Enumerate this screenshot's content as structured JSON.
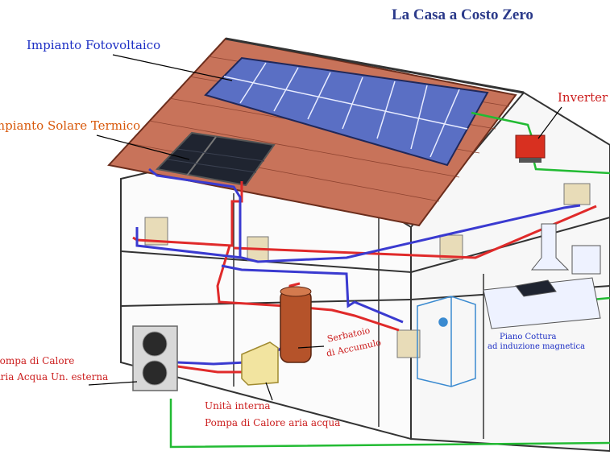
{
  "title": "La Casa a Costo Zero",
  "labels": {
    "photovoltaic": "Impianto Fotovoltaico",
    "solar_thermal": "Impianto Solare Termico",
    "inverter": "Inverter",
    "heat_pump_line1": "Pompa di Calore",
    "heat_pump_line2": "Aria Acqua Un. esterna",
    "tank_line1": "Serbatoio",
    "tank_line2": "di Accumulo",
    "indoor_unit_line1": "Unità interna",
    "indoor_unit_line2": "Pompa di Calore aria acqua",
    "cooktop_line1": "Piano Cottura",
    "cooktop_line2": "ad induzione magnetica"
  },
  "colors": {
    "title": "#2b3a8a",
    "label_blue": "#1c2ec4",
    "label_orange": "#d8580a",
    "label_red": "#cc2020",
    "roof_tile": "#c8735a",
    "pv_panel": "#5a6fc4",
    "thermal_panel": "#1f2430",
    "hot_pipe": "#e02a2a",
    "cold_pipe": "#3a3ad0",
    "electric_line": "#22bb33",
    "tank": "#b5532a",
    "indoor_unit": "#f2e4a0",
    "radiator": "#e8dcb8"
  }
}
